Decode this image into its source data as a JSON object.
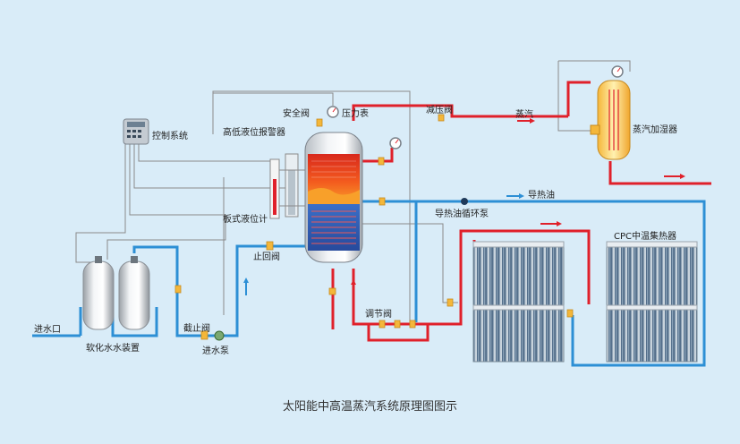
{
  "title": "太阳能中高温蒸汽系统原理图图示",
  "labels": {
    "control_system": "控制系统",
    "high_low_level_alarm": "高低液位报警器",
    "safety_valve": "安全阀",
    "pressure_gauge": "压力表",
    "pressure_reducing_valve": "减压阀",
    "steam": "蒸汽",
    "steam_humidifier": "蒸汽加湿器",
    "heat_transfer_oil": "导热油",
    "oil_circulation_pump": "导热油循环泵",
    "plate_level_gauge": "板式液位计",
    "cpc_collector": "CPC中温集热器",
    "stop_valve_top": "止回阀",
    "water_inlet": "进水口",
    "softening_device": "软化水水装置",
    "stop_valve": "截止阀",
    "feed_pump": "进水泵",
    "regulating_valve": "调节阀"
  },
  "colors": {
    "background": "#d9ecf8",
    "water_pipe": "#2d8fd5",
    "hot_pipe": "#e0202a",
    "control_line": "#8a8a8a",
    "valve": "#f4b73a"
  },
  "icons": {
    "control_box": "control-panel-icon",
    "tank": "pressure-tank-icon",
    "humidifier": "steam-humidifier-icon",
    "collector": "solar-collector-icon",
    "softener": "water-softener-icon"
  }
}
